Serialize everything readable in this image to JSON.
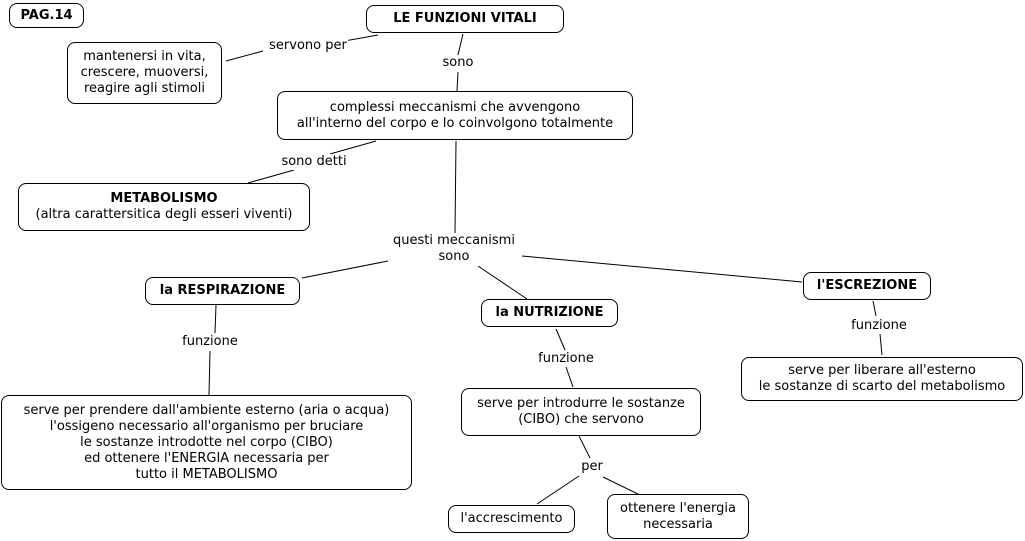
{
  "page_tag": "PAG.14",
  "nodes": {
    "title": "LE FUNZIONI VITALI",
    "purpose": "mantenersi in vita,\ncrescere, muoversi,\nreagire agli stimoli",
    "mechanisms": "complessi meccanismi che avvengono\nall'interno del corpo e lo coinvolgono totalmente",
    "metabolism_title": "METABOLISMO",
    "metabolism_desc": "(altra carattersitica degli esseri viventi)",
    "respiration": "la RESPIRAZIONE",
    "nutrition": "la NUTRIZIONE",
    "excretion": "l'ESCREZIONE",
    "respiration_desc": "serve per prendere dall'ambiente esterno (aria o acqua)\nl'ossigeno necessario all'organismo per bruciare\nle sostanze introdotte nel corpo (CIBO)\ned ottenere l'ENERGIA necessaria per\ntutto il METABOLISMO",
    "nutrition_desc": "serve per introdurre le sostanze\n(CIBO) che servono",
    "excretion_desc": "serve per liberare all'esterno\nle sostanze di scarto del metabolismo",
    "growth": "l'accrescimento",
    "energy": "ottenere l'energia\nnecessaria"
  },
  "links": {
    "serve": "servono per",
    "sono": "sono",
    "sono_detti": "sono detti",
    "questi": "questi meccanismi\nsono",
    "funzione_resp": "funzione",
    "funzione_nutr": "funzione",
    "funzione_escr": "funzione",
    "per": "per"
  }
}
